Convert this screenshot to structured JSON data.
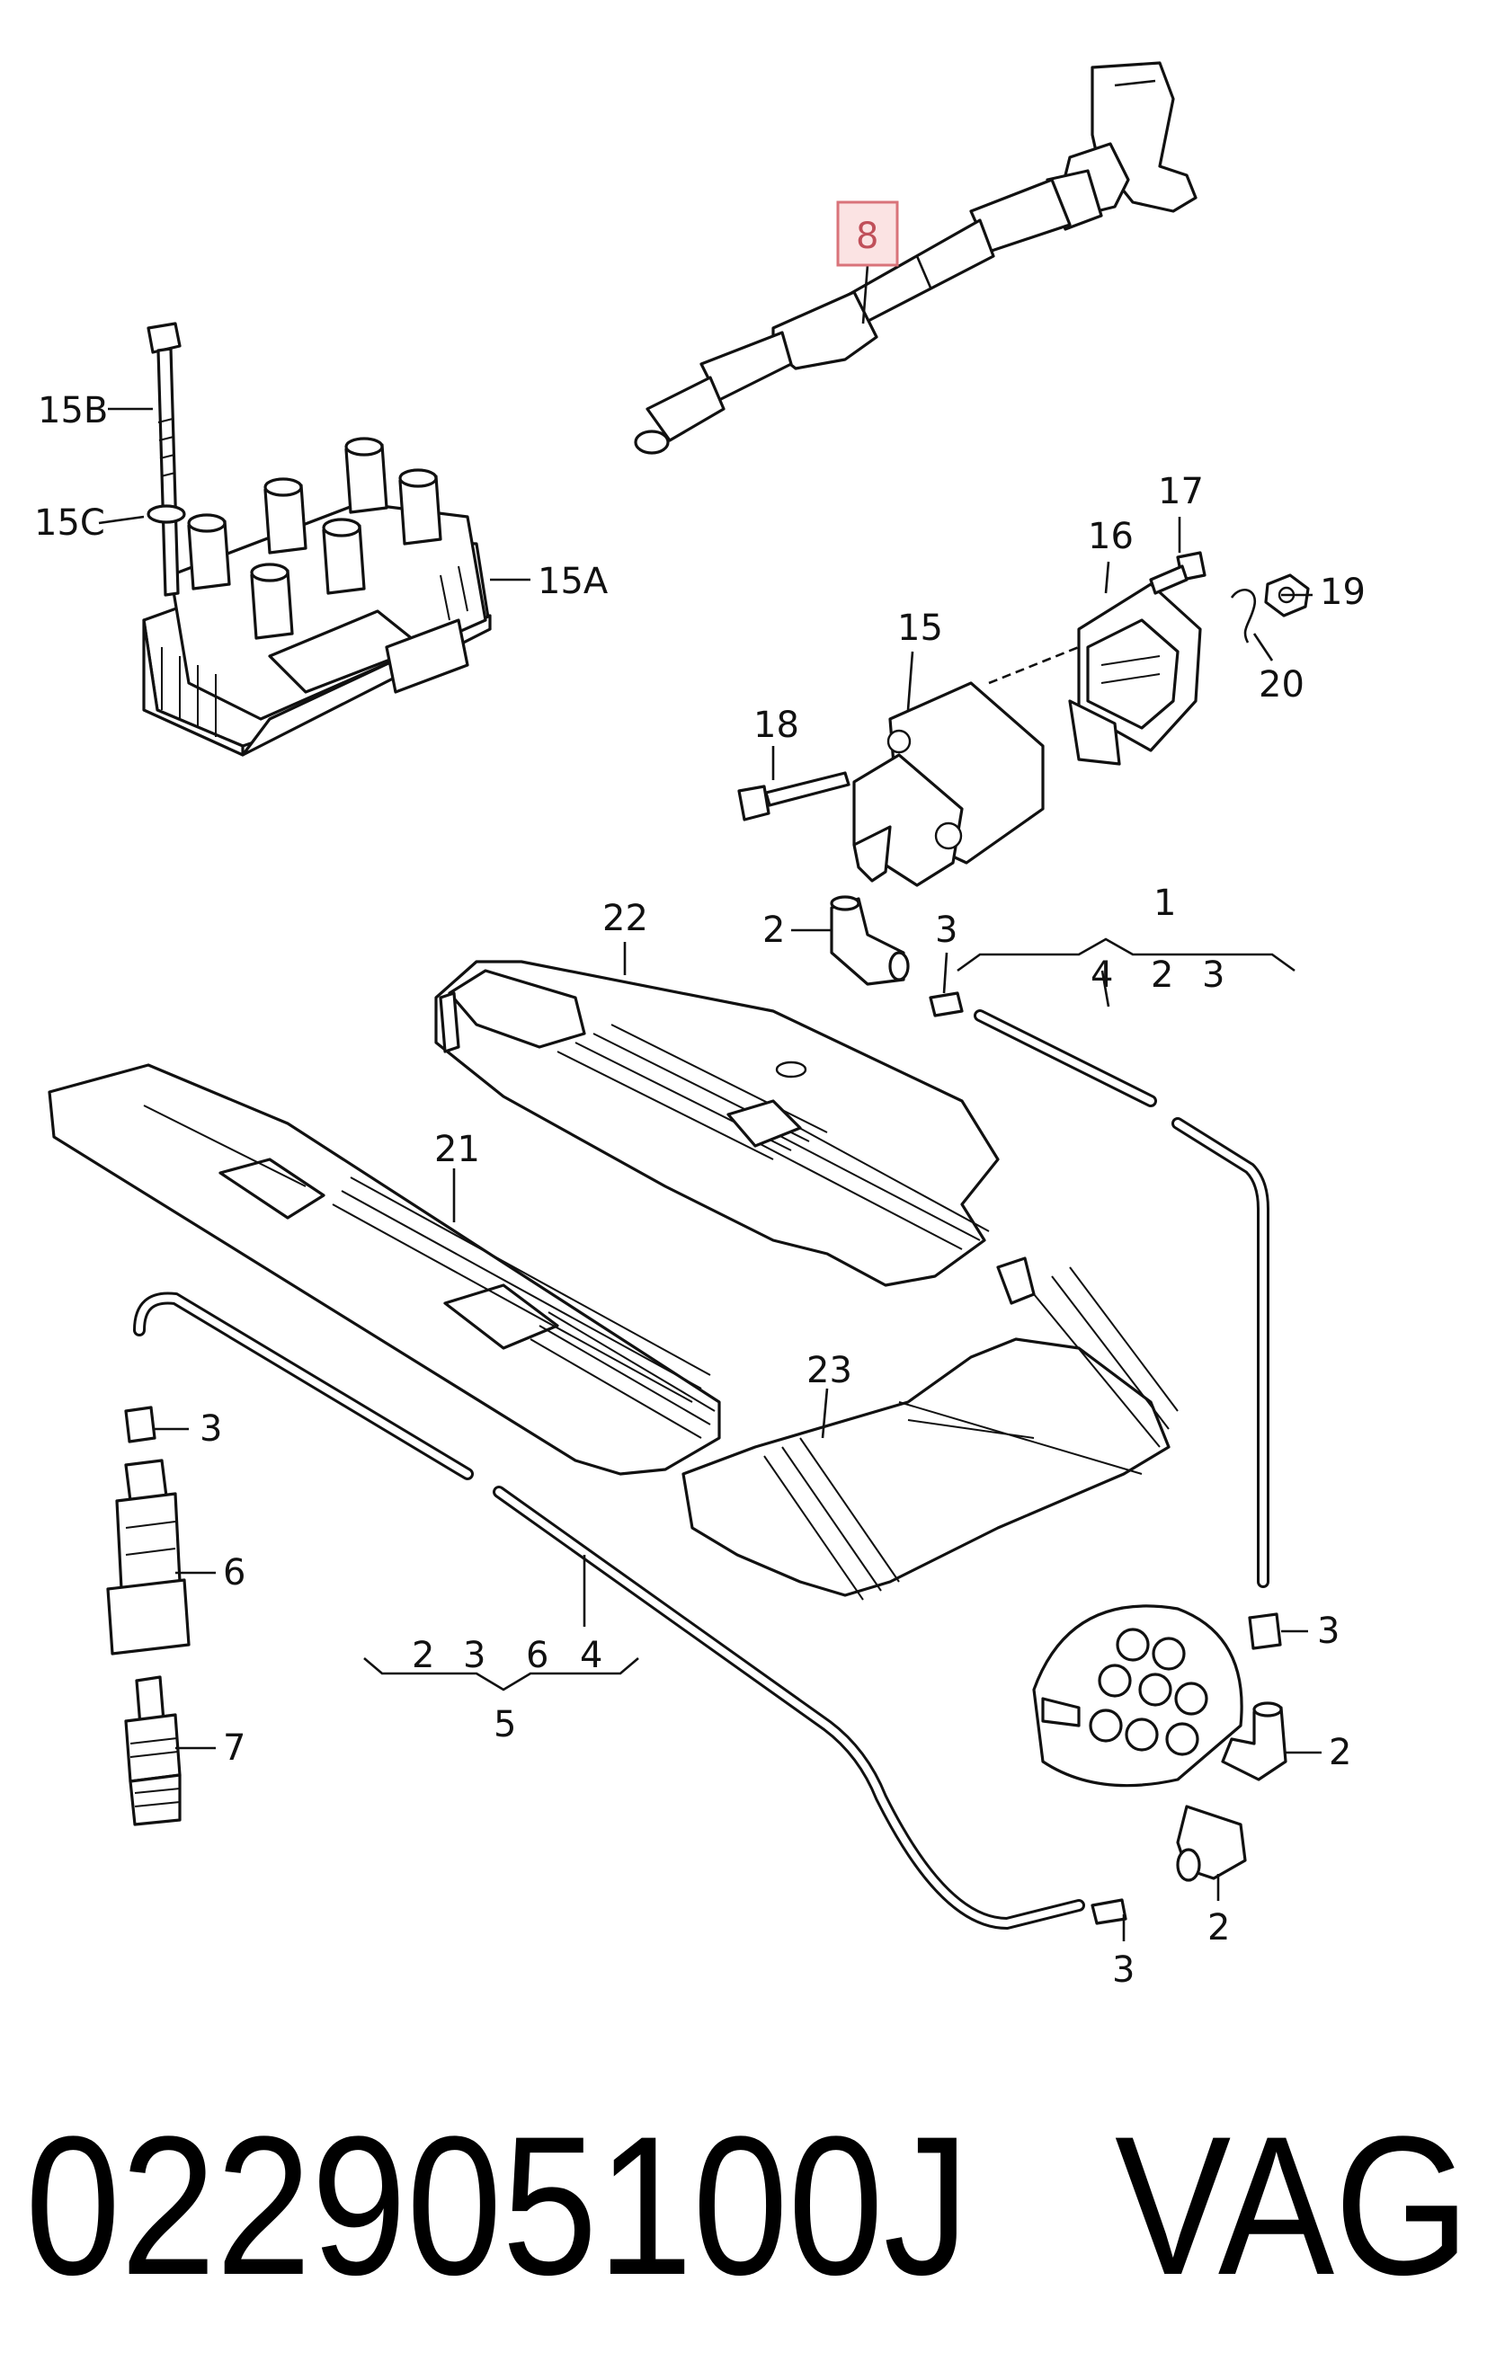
{
  "callouts": {
    "c8": "8",
    "c15b": "15B",
    "c15c": "15C",
    "c15a": "15A",
    "c17": "17",
    "c16": "16",
    "c19": "19",
    "c15": "15",
    "c20": "20",
    "c18": "18",
    "c2_top": "2",
    "c3_top": "3",
    "c22": "22",
    "c1": "1",
    "c4_group1": "4",
    "c2_group1": "2",
    "c3_group1": "3",
    "c21": "21",
    "c23": "23",
    "c3_left": "3",
    "c6": "6",
    "c7": "7",
    "c2_group5": "2",
    "c3_group5": "3",
    "c6_group5": "6",
    "c4_group5": "4",
    "c5": "5",
    "c3_right": "3",
    "c2_right": "2",
    "c2_bottom": "2",
    "c3_bottom": "3"
  },
  "footer": {
    "part_number": "022905100J",
    "brand": "VAG"
  },
  "highlight_color": "#fbe3e3"
}
